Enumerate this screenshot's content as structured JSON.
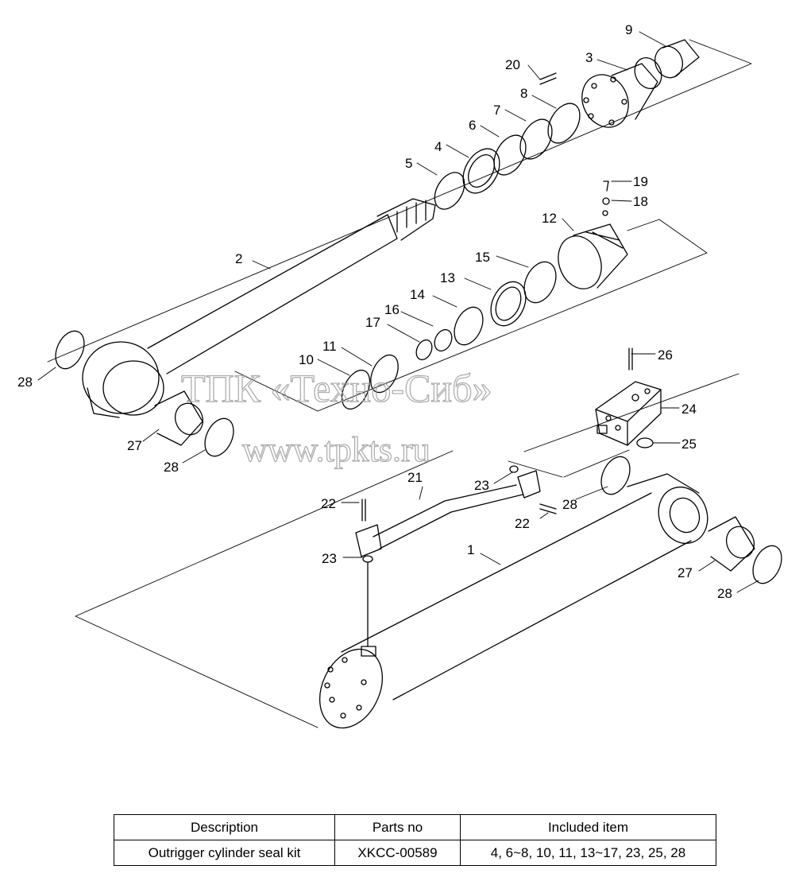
{
  "callouts": {
    "c1": "1",
    "c2": "2",
    "c3": "3",
    "c4": "4",
    "c5": "5",
    "c6": "6",
    "c7": "7",
    "c8": "8",
    "c9": "9",
    "c10": "10",
    "c11": "11",
    "c12": "12",
    "c13": "13",
    "c14": "14",
    "c15": "15",
    "c16": "16",
    "c17": "17",
    "c18": "18",
    "c19": "19",
    "c20": "20",
    "c21": "21",
    "c22": "22",
    "c23": "23",
    "c24": "24",
    "c25": "25",
    "c26": "26",
    "c27": "27",
    "c28": "28"
  },
  "watermark": {
    "line1": "ТПК «Техно-Сиб»",
    "line2": "www.tpkts.ru"
  },
  "table": {
    "headers": [
      "Description",
      "Parts no",
      "Included item"
    ],
    "row": [
      "Outrigger cylinder seal kit",
      "XKCC-00589",
      "4, 6~8, 10, 11, 13~17, 23, 25, 28"
    ]
  }
}
